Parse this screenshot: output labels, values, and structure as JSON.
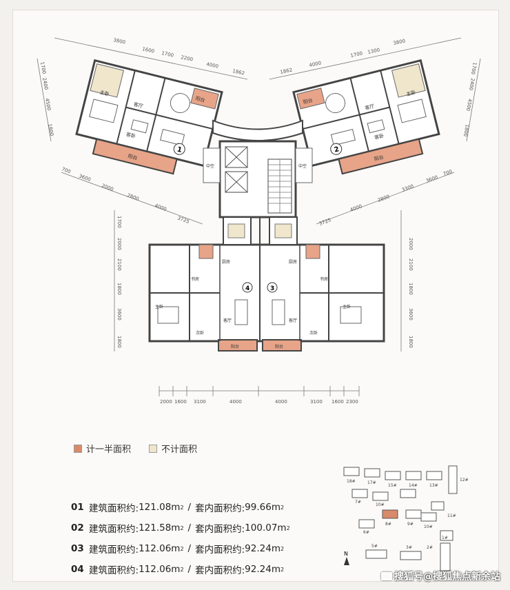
{
  "plan": {
    "dims_top_left": [
      "3800",
      "1600",
      "1700",
      "2200",
      "4000",
      "1862"
    ],
    "dims_top_right": [
      "1862",
      "4000",
      "1700",
      "1300",
      "3800"
    ],
    "dims_side_left": [
      "1700",
      "2400",
      "4500",
      "1800"
    ],
    "dims_side_right": [
      "1700",
      "2400",
      "4500",
      "1800"
    ],
    "dims_mid_left": [
      "700",
      "3600",
      "2000",
      "2800",
      "4000",
      "3725"
    ],
    "dims_mid_right": [
      "3725",
      "4000",
      "2800",
      "3300",
      "3600",
      "700"
    ],
    "dims_lower_left": [
      "1700",
      "2000",
      "2100",
      "1800",
      "3600",
      "1800"
    ],
    "dims_lower_right": [
      "2000",
      "2100",
      "1800",
      "3600",
      "1800"
    ],
    "dims_bottom": [
      "2000",
      "1600",
      "3100",
      "4000",
      "4000",
      "3100",
      "1600",
      "2300"
    ],
    "unit_numbers": [
      "1",
      "2",
      "3",
      "4"
    ],
    "room_labels": {
      "master_bed": "主卧",
      "living": "客厅",
      "bedroom": "客卧",
      "kitchen": "厨房",
      "balcony": "阳台",
      "courtyard": "中空",
      "study": "书房",
      "kids": "次卧"
    }
  },
  "legend": [
    {
      "label": "计一半面积",
      "color": "#d98a6a"
    },
    {
      "label": "不计面积",
      "color": "#efe6cc"
    }
  ],
  "areas": [
    {
      "code": "01",
      "gross_label": "建筑面积约:",
      "gross": "121.08m",
      "inner_label": "套内面积约:",
      "inner": "99.66m"
    },
    {
      "code": "02",
      "gross_label": "建筑面积约:",
      "gross": "121.58m",
      "inner_label": "套内面积约:",
      "inner": "100.07m"
    },
    {
      "code": "03",
      "gross_label": "建筑面积约:",
      "gross": "112.06m",
      "inner_label": "套内面积约:",
      "inner": "92.24m"
    },
    {
      "code": "04",
      "gross_label": "建筑面积约:",
      "gross": "112.06m",
      "inner_label": "套内面积约:",
      "inner": "92.24m"
    }
  ],
  "sitemap": {
    "buildings": [
      "18#",
      "17#",
      "15#",
      "14#",
      "13#",
      "12#",
      "7#",
      "10#",
      "8#",
      "9#",
      "11#",
      "6#",
      "10#",
      "5#",
      "3#",
      "2#",
      "1#"
    ],
    "north": "N",
    "highlight_color": "#d98a6a"
  },
  "watermark": "搜狐号@搜狐焦点新余站",
  "colors": {
    "balcony": "#e7a488",
    "courtyard": "#efe6cc",
    "wall": "#4a4a4a"
  }
}
